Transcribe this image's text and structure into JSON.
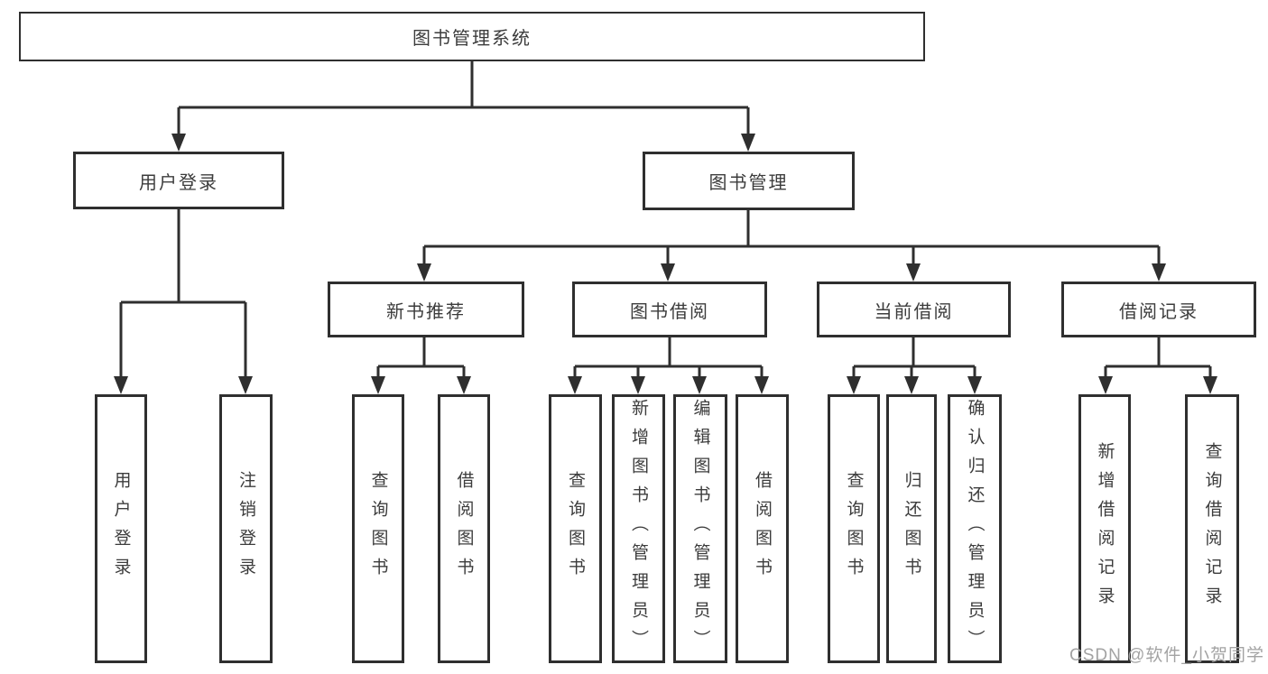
{
  "diagram": {
    "root": {
      "label": "图书管理系统"
    },
    "branches": [
      {
        "label": "用户登录",
        "leaves": [
          "用户登录",
          "注销登录"
        ]
      },
      {
        "label": "图书管理",
        "groups": [
          {
            "label": "新书推荐",
            "leaves": [
              "查询图书",
              "借阅图书"
            ]
          },
          {
            "label": "图书借阅",
            "leaves": [
              "查询图书",
              "新增图书（管理员）",
              "编辑图书（管理员）",
              "借阅图书"
            ]
          },
          {
            "label": "当前借阅",
            "leaves": [
              "查询图书",
              "归还图书",
              "确认归还（管理员）"
            ]
          },
          {
            "label": "借阅记录",
            "leaves": [
              "新增借阅记录",
              "查询借阅记录"
            ]
          }
        ]
      }
    ]
  },
  "watermark": "CSDN @软件_小贺同学",
  "colors": {
    "line": "#2f2f2f",
    "text": "#3c3c3c",
    "background": "#ffffff",
    "watermark": "#a3a3a3"
  }
}
